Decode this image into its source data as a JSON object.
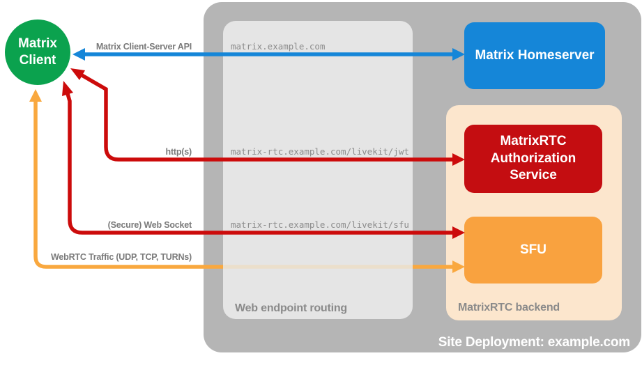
{
  "zones": {
    "site": {
      "label": "Site Deployment: example.com",
      "color": "#b5b5b5"
    },
    "routing": {
      "label": "Web endpoint routing",
      "color": "#e5e5e5"
    },
    "backend": {
      "label": "MatrixRTC backend",
      "color": "#fce6cd"
    }
  },
  "nodes": {
    "client": {
      "line1": "Matrix",
      "line2": "Client",
      "color": "#0ba24e"
    },
    "homeserver": {
      "label": "Matrix Homeserver",
      "color": "#1586d8"
    },
    "auth_service": {
      "label": "MatrixRTC Authorization Service",
      "color": "#c40d11"
    },
    "sfu": {
      "label": "SFU",
      "color": "#f9a23f"
    }
  },
  "endpoints": {
    "homeserver_route": "matrix.example.com",
    "jwt_route": "matrix-rtc.example.com/livekit/jwt",
    "sfu_route": "matrix-rtc.example.com/livekit/sfu"
  },
  "arrows": {
    "client_server_api": {
      "label": "Matrix Client-Server API",
      "color": "#1586d8"
    },
    "https": {
      "label": "http(s)",
      "color": "#cc0b0b"
    },
    "websocket": {
      "label": "(Secure) Web Socket",
      "color": "#cc0b0b"
    },
    "webrtc": {
      "label": "WebRTC Traffic (UDP, TCP, TURNs)",
      "color": "#f9a83f",
      "faded_color": "#ebdfcb"
    }
  }
}
